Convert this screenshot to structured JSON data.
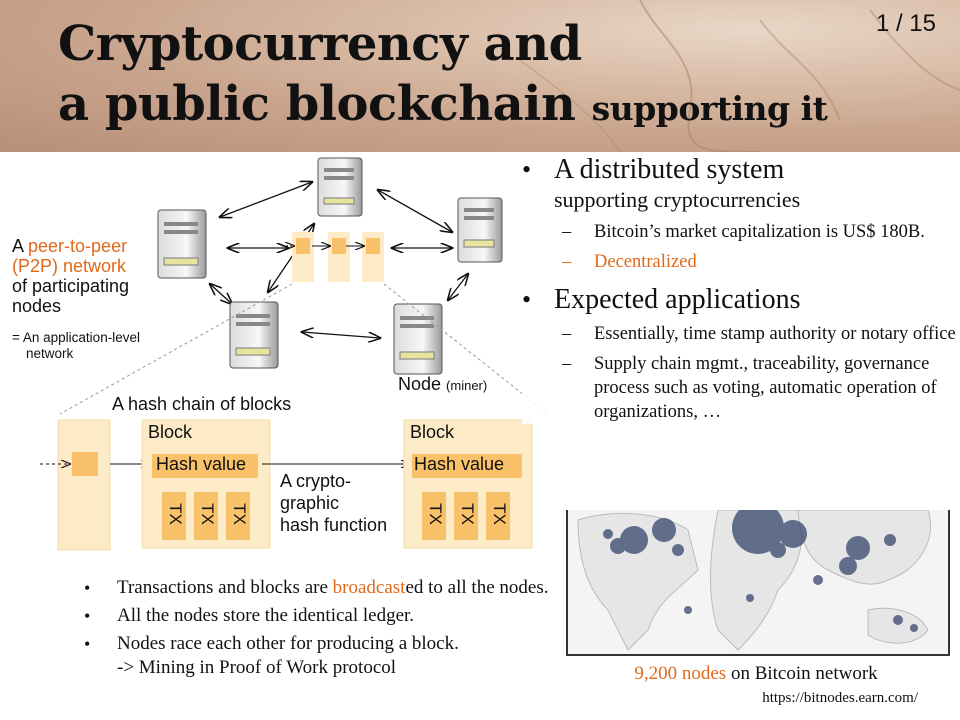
{
  "slide": {
    "page_number": "1 / 15",
    "title_line1": "Cryptocurrency and",
    "title_line2_big": "a public blockchain",
    "title_line2_small": "supporting it"
  },
  "diagram": {
    "p2p_label_prefix": "A ",
    "p2p_label_highlight1": "peer-to-peer",
    "p2p_label_highlight2": "(P2P) network",
    "p2p_label_line3": "of participating",
    "p2p_label_line4": "nodes",
    "p2p_note_line1": "= An application-level",
    "p2p_note_line2": "network",
    "node_label": "Node",
    "node_label_paren": "(miner)",
    "hash_chain_label": "A hash chain of blocks",
    "block_label": "Block",
    "hash_value_label": "Hash value",
    "tx_label": "TX",
    "crypto_label_line1": "A crypto-",
    "crypto_label_line2": "graphic",
    "crypto_label_line3": "hash function"
  },
  "right_bullets": {
    "b1_main": "A distributed system",
    "b1_sub": "supporting  cryptocurrencies",
    "b1_items": [
      "Bitcoin’s market capitalization is US$ 180B.",
      "Decentralized"
    ],
    "b2_main": "Expected applications",
    "b2_items": [
      "Essentially, time stamp authority or notary office",
      "Supply chain mgmt., traceability, governance process such as voting, automatic operation of organizations, …"
    ],
    "dash": "–"
  },
  "map": {
    "caption_highlight": "9,200 nodes",
    "caption_rest": " on Bitcoin network",
    "url": "https://bitnodes.earn.com/"
  },
  "bottom_bullets": {
    "item1_prefix": "Transactions and blocks are ",
    "item1_highlight": "broadcast",
    "item1_suffix": "ed to all the nodes.",
    "item2": "All the nodes store the identical ledger.",
    "item3_line1": "Nodes race each other for producing a block.",
    "item3_line2": "-> Mining in Proof of Work protocol"
  },
  "colors": {
    "accent_orange": "#e0691a",
    "block_fill": "#fdebc8",
    "hash_fill": "#f9c26a"
  }
}
